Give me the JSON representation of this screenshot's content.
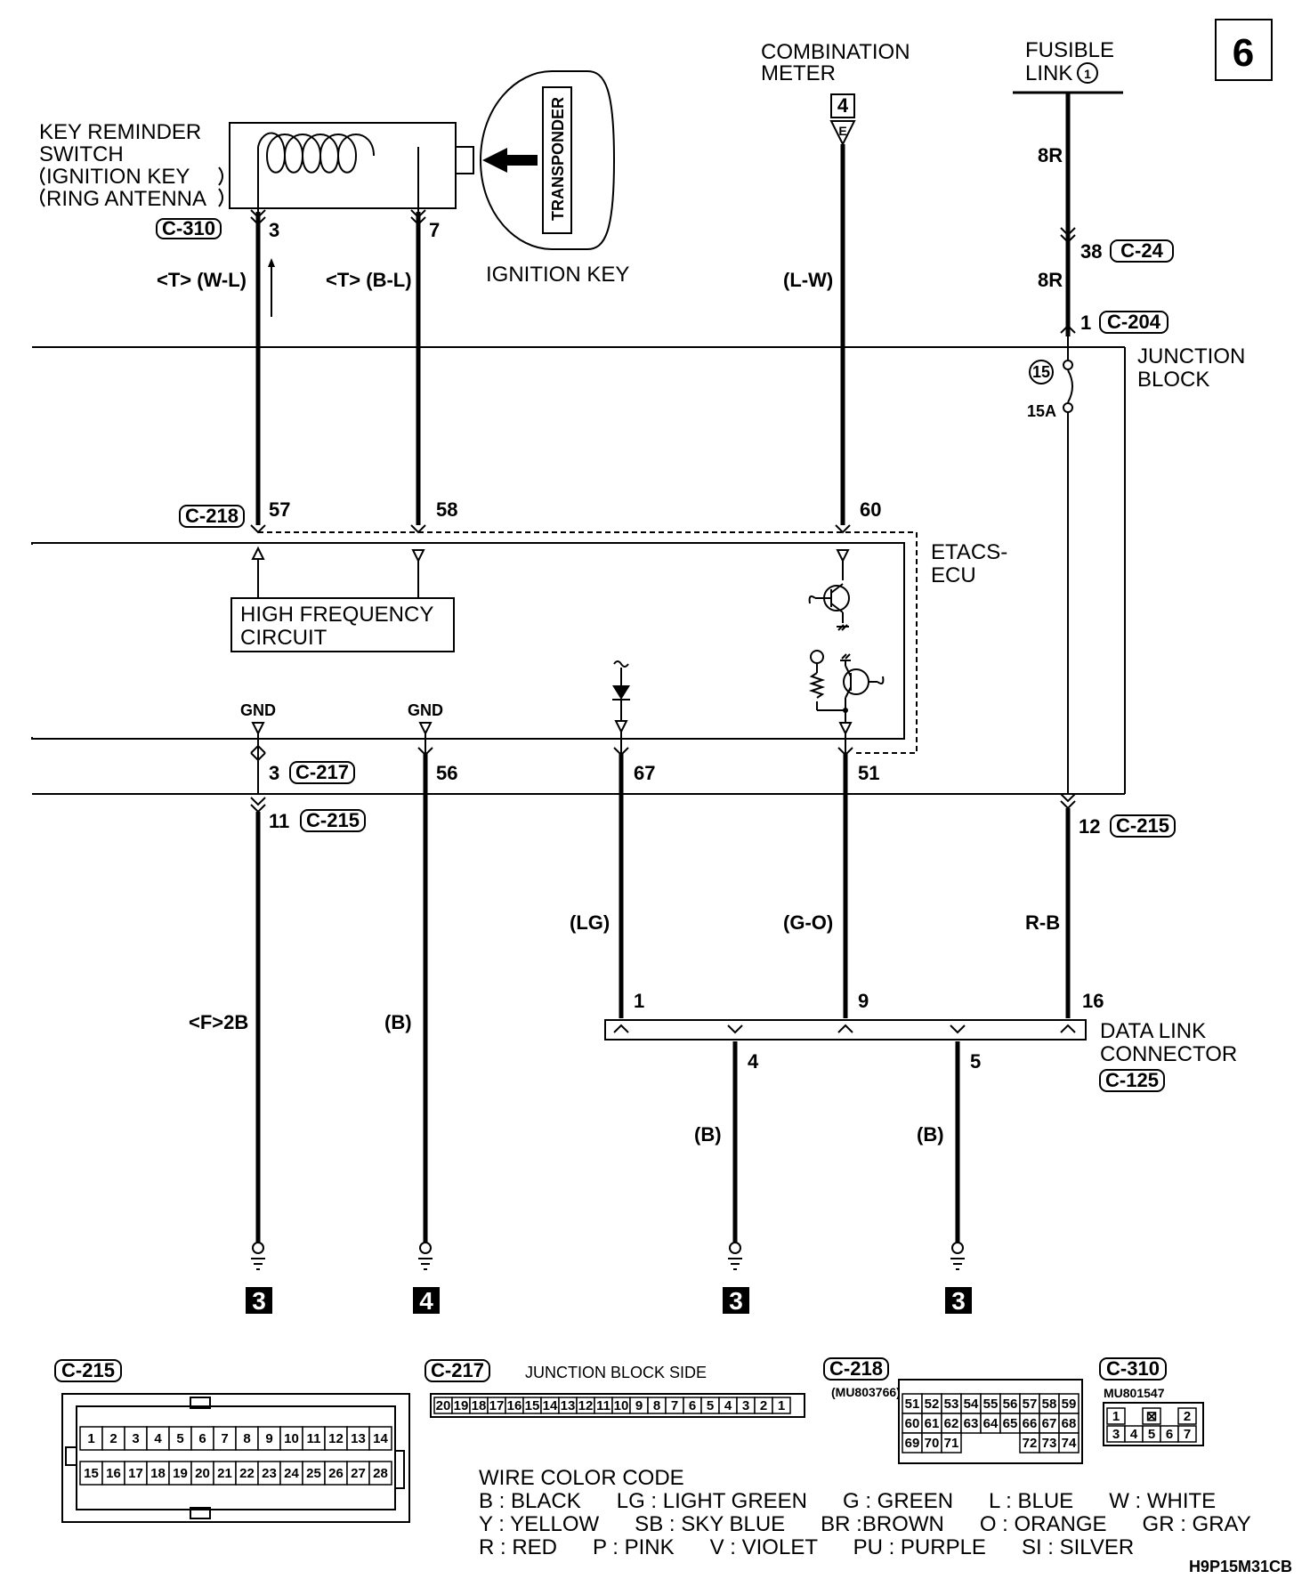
{
  "page": {
    "number": "6",
    "code": "H9P15M31CB"
  },
  "components": {
    "key_reminder": {
      "l1": "KEY REMINDER",
      "l2": "SWITCH",
      "l3": "IGNITION KEY",
      "l4": "RING ANTENNA",
      "conn": "C-310"
    },
    "transponder": "TRANSPONDER",
    "ignition_key": "IGNITION KEY",
    "combination_meter": {
      "l1": "COMBINATION",
      "l2": "METER",
      "conn_num": "4",
      "conn_letter": "E"
    },
    "fusible_link": {
      "l1": "FUSIBLE",
      "l2": "LINK",
      "num": "1"
    },
    "junction_block": {
      "l1": "JUNCTION",
      "l2": "BLOCK",
      "fuse_num": "15",
      "fuse_amp": "15A"
    },
    "etacs": {
      "l1": "ETACS-",
      "l2": "ECU"
    },
    "hf_circuit": {
      "l1": "HIGH FREQUENCY",
      "l2": "CIRCUIT"
    },
    "gnd1": "GND",
    "gnd2": "GND",
    "data_link": {
      "l1": "DATA LINK",
      "l2": "CONNECTOR",
      "conn": "C-125"
    }
  },
  "wires": {
    "w1_pin_top": "3",
    "w1_color": "<T> (W-L)",
    "w2_pin_top": "7",
    "w2_color": "<T> (B-L)",
    "w3_color": "(L-W)",
    "w4_color_a": "8R",
    "w4_pin_c24": "38",
    "w4_conn_c24": "C-24",
    "w4_color_b": "8R",
    "w4_pin_c204": "1",
    "w4_conn_c204": "C-204",
    "c218": "C-218",
    "p57": "57",
    "p58": "58",
    "p60": "60",
    "p3": "3",
    "c217": "C-217",
    "p56": "56",
    "p67": "67",
    "p51": "51",
    "p11": "11",
    "c215a": "C-215",
    "p12": "12",
    "c215b": "C-215",
    "lg": "(LG)",
    "go": "(G-O)",
    "rb": "R-B",
    "f2b": "<F>2B",
    "b1": "(B)",
    "dl1": "1",
    "dl9": "9",
    "dl16": "16",
    "dl4": "4",
    "dl5": "5",
    "b2": "(B)",
    "b3": "(B)"
  },
  "grounds": [
    "3",
    "4",
    "3",
    "3"
  ],
  "connectors": {
    "c215": {
      "label": "C-215",
      "row1": [
        "1",
        "2",
        "3",
        "4",
        "5",
        "6",
        "7",
        "8",
        "9",
        "10",
        "11",
        "12",
        "13",
        "14"
      ],
      "row2": [
        "15",
        "16",
        "17",
        "18",
        "19",
        "20",
        "21",
        "22",
        "23",
        "24",
        "25",
        "26",
        "27",
        "28"
      ]
    },
    "c217": {
      "label": "C-217",
      "side": "JUNCTION BLOCK SIDE",
      "pins": [
        "20",
        "19",
        "18",
        "17",
        "16",
        "15",
        "14",
        "13",
        "12",
        "11",
        "10",
        "9",
        "8",
        "7",
        "6",
        "5",
        "4",
        "3",
        "2",
        "1"
      ]
    },
    "c218": {
      "label": "C-218",
      "part": "(MU803766)",
      "row1": [
        "51",
        "52",
        "53",
        "54",
        "55",
        "56",
        "57",
        "58",
        "59"
      ],
      "row2": [
        "60",
        "61",
        "62",
        "63",
        "64",
        "65",
        "66",
        "67",
        "68"
      ],
      "row3": [
        "69",
        "70",
        "71",
        "",
        "",
        "",
        "72",
        "73",
        "74"
      ]
    },
    "c310": {
      "label": "C-310",
      "part": "MU801547",
      "row1": [
        "1",
        "⊠",
        "2"
      ],
      "row2": [
        "3",
        "4",
        "5",
        "6",
        "7"
      ]
    }
  },
  "wire_color_code": {
    "title": "WIRE COLOR CODE",
    "row1": "B : BLACK      LG : LIGHT GREEN      G : GREEN      L : BLUE      W : WHITE",
    "row2": "Y : YELLOW      SB : SKY BLUE      BR :BROWN      O : ORANGE      GR : GRAY",
    "row3": "R : RED      P : PINK      V : VIOLET      PU : PURPLE      SI : SILVER"
  }
}
